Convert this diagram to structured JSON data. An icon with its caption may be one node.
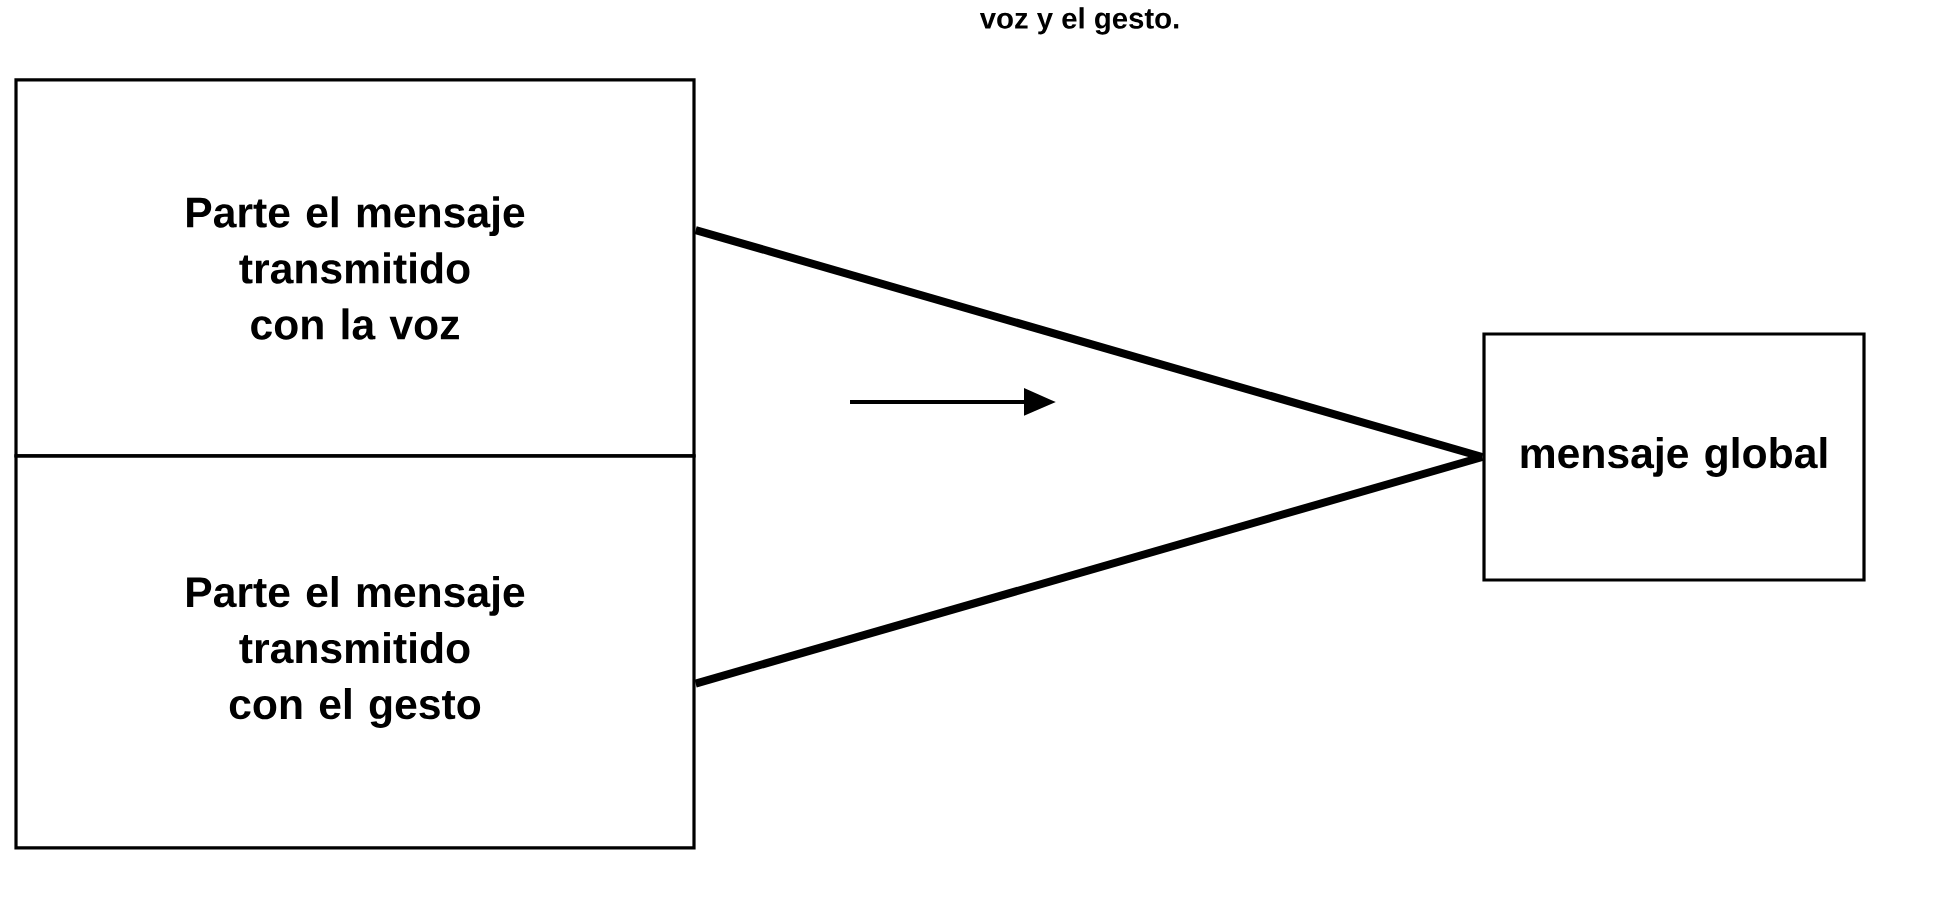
{
  "diagram": {
    "nodes": [
      {
        "text": [
          "Parte el mensaje transmitido con la voz"
        ]
      },
      {
        "text": [
          "Parte el mensaje transmitido con el gesto"
        ]
      },
      {
        "text": [
          "mensaje global"
        ]
      }
    ],
    "edges": [
      {
        "from": 0,
        "to": 2,
        "arrow": "none"
      },
      {
        "from": 1,
        "to": 2,
        "arrow": "none"
      }
    ],
    "labels": [
      "voz y el gesto."
    ]
  }
}
